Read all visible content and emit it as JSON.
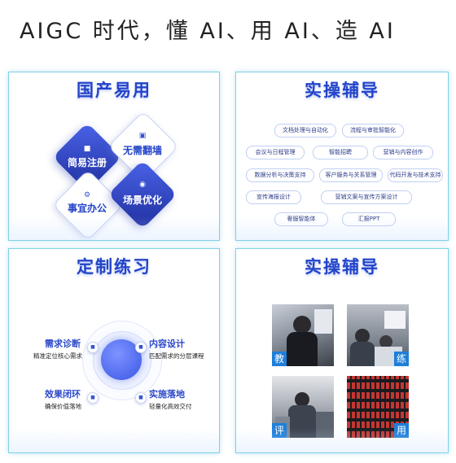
{
  "headline": "AIGC 时代，懂 AI、用 AI、造 AI",
  "card1": {
    "title": "国产易用",
    "items": [
      "简易注册",
      "无需翻墙",
      "事宜办公",
      "场景优化"
    ],
    "icons": [
      "user-icon",
      "monitor-icon",
      "gear-icon",
      "settings-icon"
    ]
  },
  "card2": {
    "title": "实操辅导",
    "pills": [
      "文档处理与自动化",
      "流程与审批智能化",
      "会议与日程管理",
      "智能招聘",
      "营销与内容创作",
      "数据分析与决策支持",
      "客户服务与关系管理",
      "代码开发与技术支持",
      "宣传海报设计",
      "营销文案与宣传方案设计",
      "奢服智能体",
      "汇报PPT"
    ]
  },
  "card3": {
    "title": "定制练习",
    "points": [
      {
        "title": "需求诊断",
        "desc": "精准定位核心需求"
      },
      {
        "title": "内容设计",
        "desc": "匹配需求的分层课程"
      },
      {
        "title": "效果闭环",
        "desc": "确保价值落地"
      },
      {
        "title": "实施落地",
        "desc": "轻量化高效交付"
      }
    ]
  },
  "card4": {
    "title": "实操辅导",
    "tags": [
      "教",
      "练",
      "评",
      "用"
    ]
  },
  "colors": {
    "accent": "#2344c8",
    "border": "#7dd3e6",
    "tag": "#1f7fd8"
  }
}
